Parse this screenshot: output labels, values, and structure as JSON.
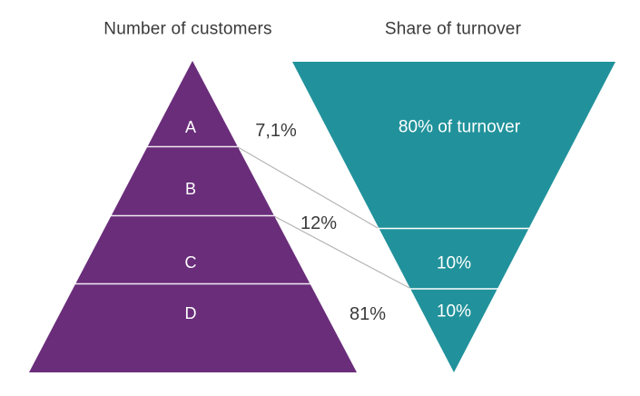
{
  "colors": {
    "purple": "#6A2D7A",
    "teal": "#21929B",
    "divider_white": "#FFFFFF",
    "connector_gray": "#B5B5B5",
    "text_dark": "#3A3A3A",
    "text_light": "#FFFFFF",
    "background": "#FFFFFF"
  },
  "customers_pyramid": {
    "title": "Number of customers",
    "type": "pyramid",
    "segments": [
      "A",
      "B",
      "C",
      "D"
    ]
  },
  "turnover_funnel": {
    "title": "Share of turnover",
    "type": "inverted-pyramid",
    "segments": [
      "80% of turnover",
      "10%",
      "10%"
    ]
  },
  "customer_share_labels": [
    "7,1%",
    "12%",
    "81%"
  ]
}
